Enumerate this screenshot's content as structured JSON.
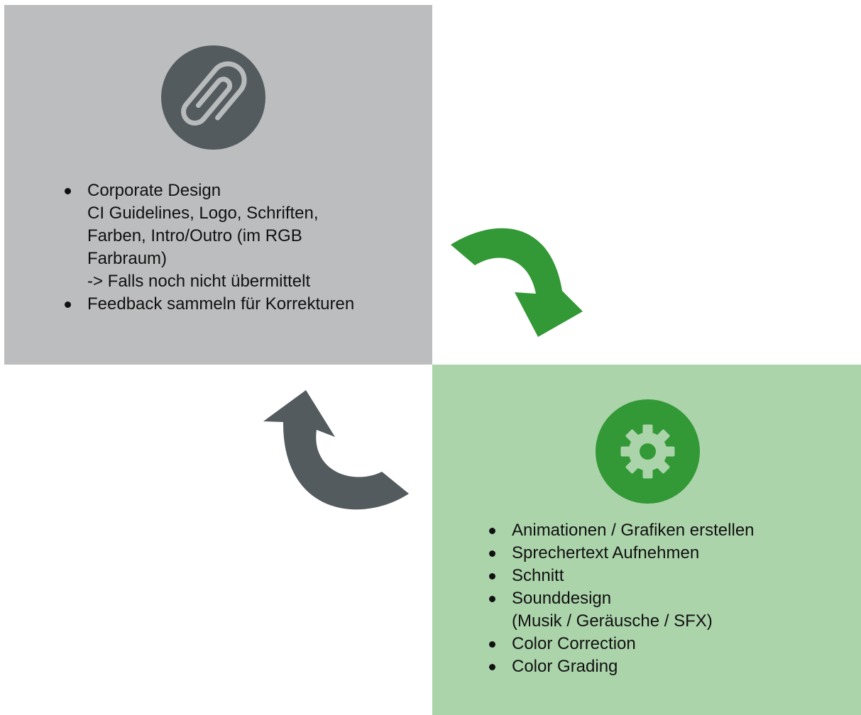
{
  "colors": {
    "background": "#ffffff",
    "top_panel": "#bcbdbf",
    "bottom_panel": "#acd4ab",
    "dark_gray": "#535b5e",
    "green": "#339836",
    "icon_on_gray": "#b8bbbc",
    "icon_on_green": "#acd4ab",
    "text": "#111111"
  },
  "top_block": {
    "icon": "paperclip-icon",
    "items": [
      {
        "lines": [
          "Corporate Design",
          "CI Guidelines, Logo, Schriften,",
          "Farben, Intro/Outro (im RGB",
          "Farbraum)",
          "-> Falls noch nicht übermittelt"
        ]
      },
      {
        "lines": [
          "Feedback sammeln für Korrekturen"
        ]
      }
    ]
  },
  "bottom_block": {
    "icon": "gear-icon",
    "items": [
      {
        "lines": [
          "Animationen / Grafiken erstellen"
        ]
      },
      {
        "lines": [
          "Sprechertext Aufnehmen"
        ]
      },
      {
        "lines": [
          "Schnitt"
        ]
      },
      {
        "lines": [
          "Sounddesign",
          "(Musik / Geräusche / SFX)"
        ]
      },
      {
        "lines": [
          "Color Correction"
        ]
      },
      {
        "lines": [
          "Color Grading"
        ]
      }
    ]
  },
  "arrows": [
    {
      "name": "cycle-arrow-green",
      "color": "green",
      "direction": "clockwise-down"
    },
    {
      "name": "cycle-arrow-gray",
      "color": "dark_gray",
      "direction": "clockwise-up"
    }
  ]
}
